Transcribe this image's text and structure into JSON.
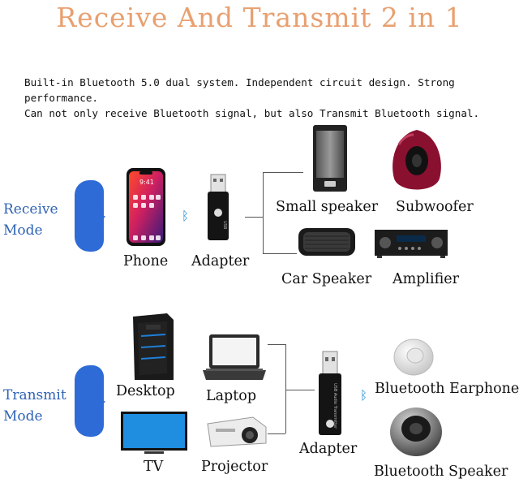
{
  "title": "Receive And Transmit 2 in 1",
  "description": [
    "Built-in Bluetooth 5.0 dual system. Independent circuit design. Strong performance.",
    "Can not only receive Bluetooth signal, but also Transmit Bluetooth signal."
  ],
  "receive": {
    "mode_label_line1": "Receive",
    "mode_label_line2": "Mode",
    "phone": "Phone",
    "phone_time": "9:41",
    "adapter": "Adapter",
    "small_speaker": "Small speaker",
    "subwoofer": "Subwoofer",
    "car_speaker": "Car Speaker",
    "amplifier": "Amplifier"
  },
  "transmit": {
    "mode_label_line1": "Transmit",
    "mode_label_line2": "Mode",
    "desktop": "Desktop",
    "laptop": "Laptop",
    "tv": "TV",
    "projector": "Projector",
    "adapter": "Adapter",
    "bt_earphone": "Bluetooth Earphone",
    "bt_speaker": "Bluetooth Speaker"
  },
  "colors": {
    "title": "#e8a070",
    "mode_label": "#2f63b5",
    "mode_blob": "#2f6bd6",
    "bluetooth": "#1d8ad6"
  },
  "icons": [
    "bluetooth-icon",
    "usb-adapter-icon",
    "phone-icon",
    "speaker-icon",
    "subwoofer-icon",
    "car-speaker-icon",
    "amplifier-icon",
    "desktop-icon",
    "laptop-icon",
    "tv-icon",
    "projector-icon",
    "earphone-icon",
    "bluetooth-speaker-icon"
  ]
}
